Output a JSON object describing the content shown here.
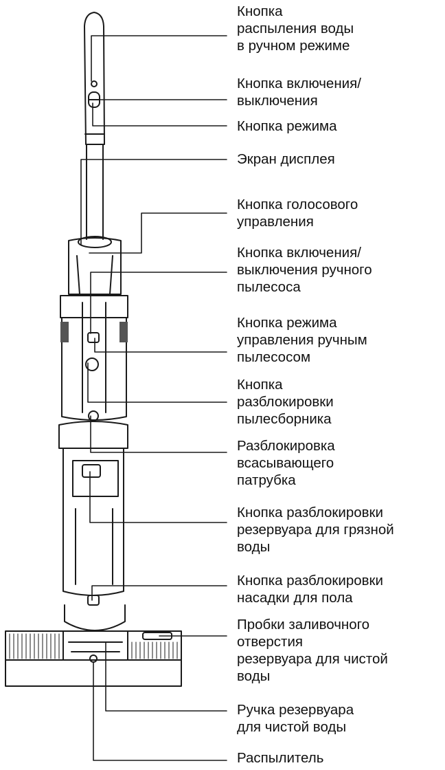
{
  "labels": [
    {
      "id": "spray-button",
      "text": "Кнопка\nраспыления воды\nв ручном режиме"
    },
    {
      "id": "power-button",
      "text": "Кнопка включения/\nвыключения"
    },
    {
      "id": "mode-button",
      "text": "Кнопка режима"
    },
    {
      "id": "display-screen",
      "text": "Экран дисплея"
    },
    {
      "id": "voice-button",
      "text": "Кнопка голосового\nуправления"
    },
    {
      "id": "handheld-power-button",
      "text": "Кнопка включения/\nвыключения ручного\nпылесоса"
    },
    {
      "id": "handheld-mode-button",
      "text": "Кнопка режима\nуправления ручным\nпылесосом"
    },
    {
      "id": "dustbin-release-button",
      "text": "Кнопка\nразблокировки\nпылесборника"
    },
    {
      "id": "suction-inlet-release",
      "text": "Разблокировка\nвсасывающего\nпатрубка"
    },
    {
      "id": "dirty-tank-release-button",
      "text": "Кнопка разблокировки\nрезервуара для грязной\nводы"
    },
    {
      "id": "floor-head-release-button",
      "text": "Кнопка разблокировки\nнасадки для пола"
    },
    {
      "id": "clean-tank-fill-plugs",
      "text": "Пробки заливочного\nотверстия\nрезервуара для чистой\nводы"
    },
    {
      "id": "clean-tank-handle",
      "text": "Ручка резервуара\nдля чистой воды"
    },
    {
      "id": "sprayer",
      "text": "Распылитель"
    }
  ],
  "colors": {
    "line": "#1a1a1a",
    "text": "#111111",
    "background": "#ffffff"
  }
}
